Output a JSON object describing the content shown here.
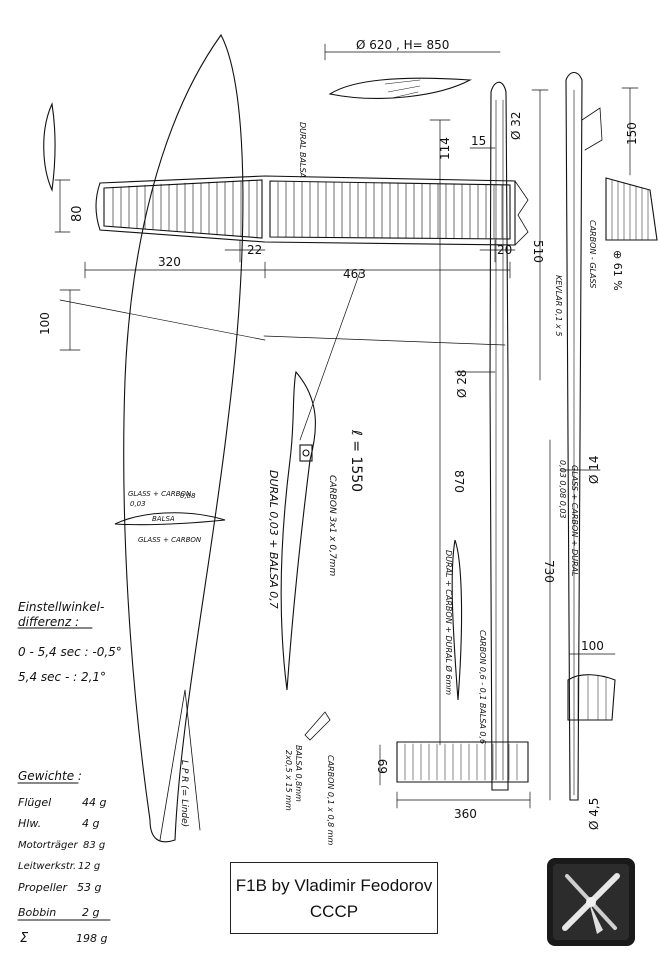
{
  "drawing": {
    "title_line1": "F1B by Vladimir Feodorov",
    "title_line2": "CCCP"
  },
  "dimensions": {
    "prop": "Ø 620 , H= 850",
    "wing_chord": "80",
    "d_22": "22",
    "d_320": "320",
    "d_463": "463",
    "d_20": "20",
    "d_100_left": "100",
    "d_114": "114",
    "d_15": "15",
    "d_32": "Ø 32",
    "d_150": "150",
    "d_510": "510",
    "d_28": "Ø 28",
    "d_870": "870",
    "d_14": "Ø 14",
    "d_730": "730",
    "d_100_right": "100",
    "d_69": "69",
    "d_360": "360",
    "d_4_5": "Ø 4,5",
    "l_1550": "ℓ = 1550",
    "pct": "⊕ 61 %"
  },
  "annotations": {
    "dural_balsa": "DURAL BALSA",
    "carbon_glass": "CARBON - GLASS",
    "kevlar": "KEVLAR 0,1 x 5",
    "glass_carbon_top": "GLASS + CARBON",
    "g003": "0,03",
    "c008": "0,08",
    "balsa": "BALSA",
    "glass_carbon_bottom": "GLASS + CARBON",
    "carbon_3x": "CARBON 3x1 x 0,7mm",
    "dural_balsa2": "DURAL 0,03 + BALSA 0,7",
    "glass_carbon_dural": "GLASS + CARBON + DURAL",
    "g003b": "0,03   0,08   0,03",
    "dural_carbon": "DURAL + CARBON + DURAL Ø 6mm",
    "carbon_balsa": "CARBON 0,6 - 0,1 BALSA 0,6",
    "balsa_bottom": "BALSA 0,8mm",
    "carbon_bottom": "CARBON 0,1 x 0,8 mm",
    "balsa_2x": "2x0,5 x 15 mm",
    "lpr": "L P R (= Linde)"
  },
  "setting": {
    "heading_1": "Einstellwinkel-",
    "heading_2": "differenz :",
    "line_1": "0 - 5,4 sec :  -0,5°",
    "line_2": "5,4 sec -  :   2,1°"
  },
  "weights": {
    "heading": "Gewichte :",
    "rows": [
      {
        "item": "Flügel",
        "value": "44 g"
      },
      {
        "item": "Hlw.",
        "value": "4 g"
      },
      {
        "item": "Motorträger",
        "value": "83 g"
      },
      {
        "item": "Leitwerkstr.",
        "value": "12 g"
      },
      {
        "item": "Propeller",
        "value": "53 g"
      },
      {
        "item": "Bobbin",
        "value": "2 g"
      }
    ],
    "total_label": "Σ",
    "total_value": "198 g"
  }
}
